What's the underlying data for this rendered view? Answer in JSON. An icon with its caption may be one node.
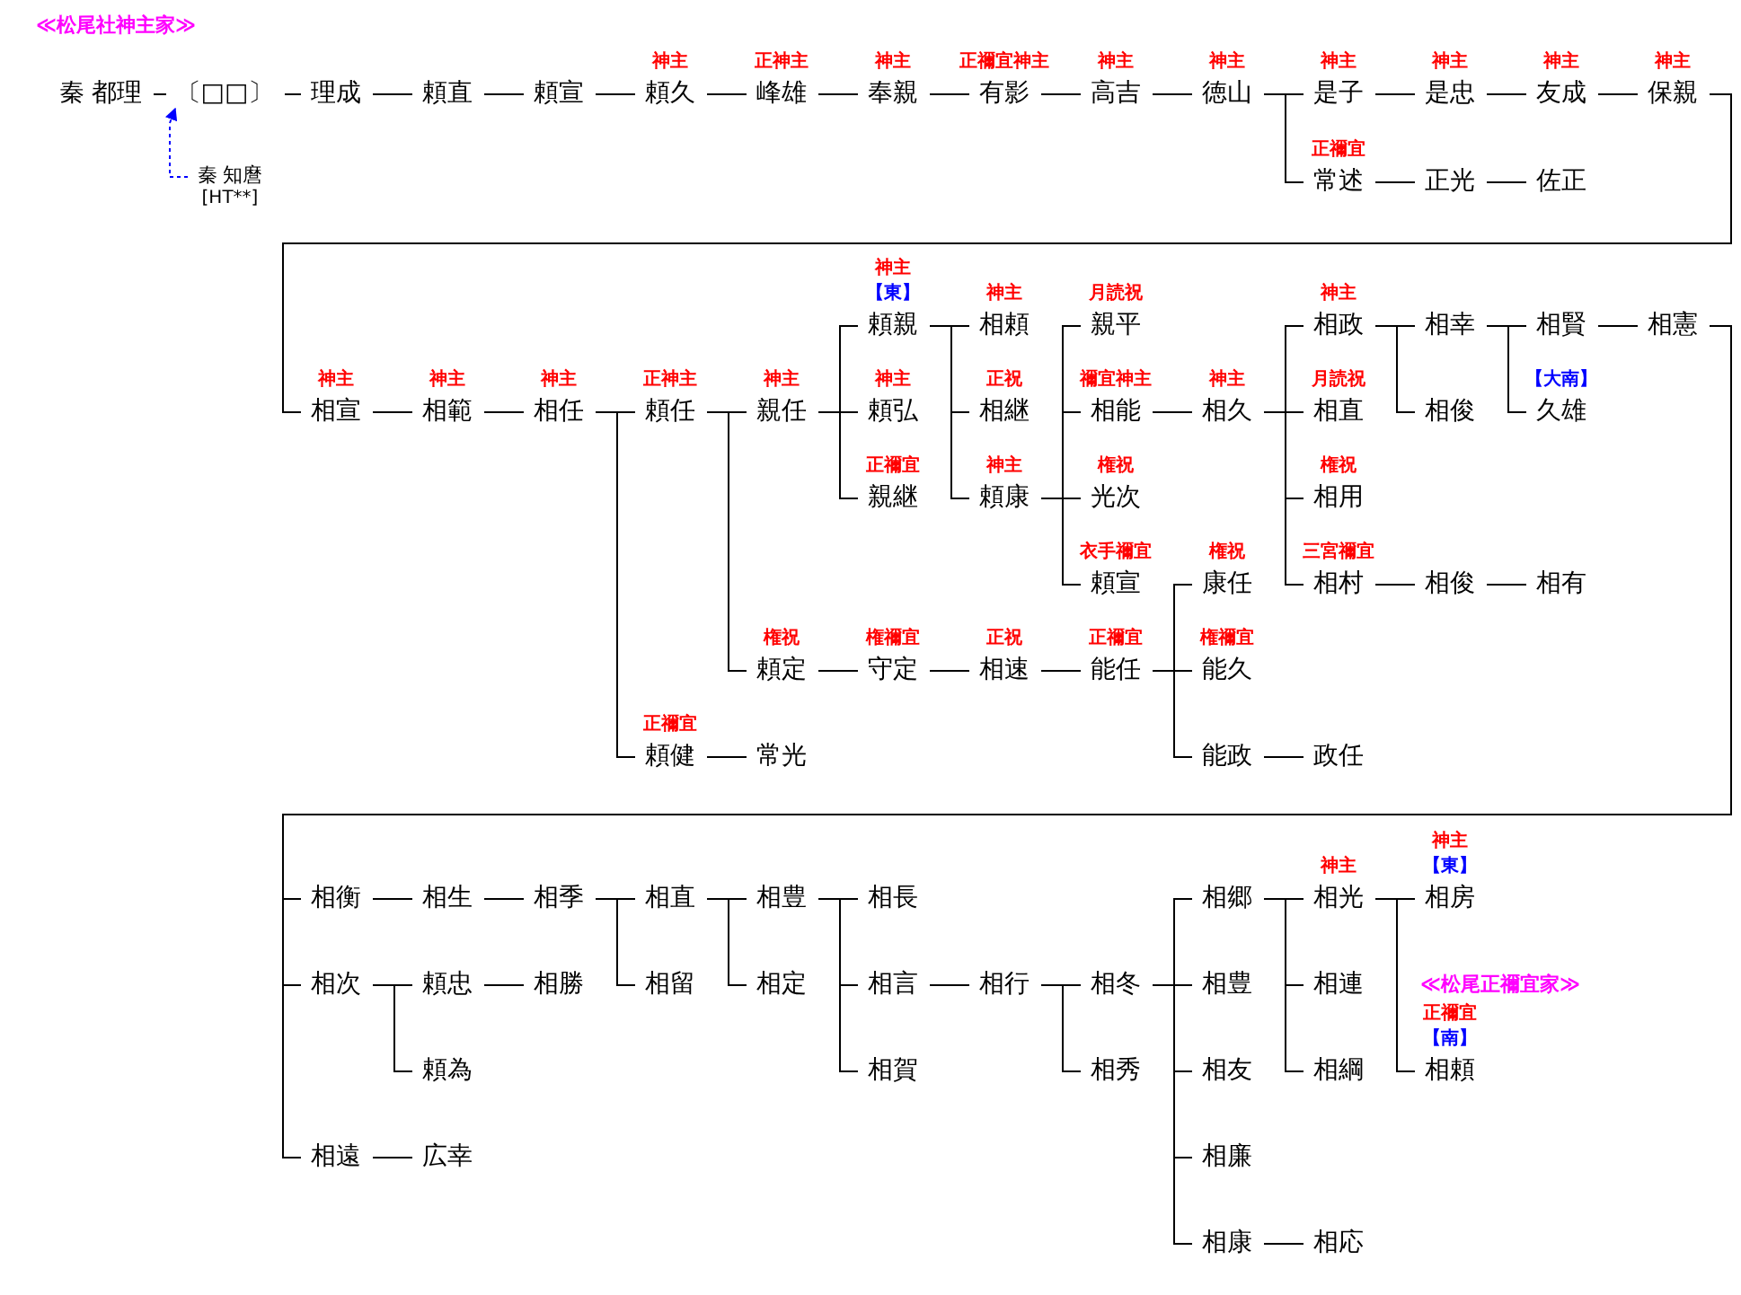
{
  "diagram": {
    "nodes": [
      {
        "text": [
          "秦 都理"
        ]
      },
      {
        "text": [
          "〔□□〕"
        ]
      },
      {
        "text": [
          "秦 知麿",
          "[HT**]"
        ]
      },
      {
        "text": [
          "理成"
        ]
      },
      {
        "text": [
          "頼直"
        ]
      },
      {
        "text": [
          "頼宣"
        ]
      },
      {
        "text": [
          "頼久"
        ],
        "beside": [
          "神主"
        ]
      },
      {
        "text": [
          "峰雄"
        ],
        "beside": [
          "正神主"
        ]
      },
      {
        "text": [
          "奉親"
        ],
        "beside": [
          "神主"
        ]
      },
      {
        "text": [
          "有影"
        ],
        "beside": [
          "正禰宜神主"
        ]
      },
      {
        "text": [
          "高吉"
        ],
        "beside": [
          "神主"
        ]
      },
      {
        "text": [
          "徳山"
        ],
        "beside": [
          "神主"
        ]
      },
      {
        "text": [
          "是子"
        ],
        "beside": [
          "神主"
        ]
      },
      {
        "text": [
          "是忠"
        ],
        "beside": [
          "神主"
        ]
      },
      {
        "text": [
          "友成"
        ],
        "beside": [
          "神主"
        ]
      },
      {
        "text": [
          "保親"
        ],
        "beside": [
          "神主"
        ]
      },
      {
        "text": [
          "常述"
        ],
        "beside": [
          "正禰宜"
        ]
      },
      {
        "text": [
          "正光"
        ]
      },
      {
        "text": [
          "佐正"
        ]
      },
      {
        "text": [
          "頼親"
        ],
        "beside": [
          "神主",
          "【東】"
        ]
      },
      {
        "text": [
          "相頼"
        ],
        "beside": [
          "神主"
        ]
      },
      {
        "text": [
          "親平"
        ],
        "beside": [
          "月読祝"
        ]
      },
      {
        "text": [
          "相政"
        ],
        "beside": [
          "神主"
        ]
      },
      {
        "text": [
          "相幸"
        ]
      },
      {
        "text": [
          "相賢"
        ]
      },
      {
        "text": [
          "相憲"
        ]
      },
      {
        "text": [
          "相宣"
        ],
        "beside": [
          "神主"
        ]
      },
      {
        "text": [
          "相範"
        ],
        "beside": [
          "神主"
        ]
      },
      {
        "text": [
          "相任"
        ],
        "beside": [
          "神主"
        ]
      },
      {
        "text": [
          "頼任"
        ],
        "beside": [
          "正神主"
        ]
      },
      {
        "text": [
          "親任"
        ],
        "beside": [
          "神主"
        ]
      },
      {
        "text": [
          "頼弘"
        ],
        "beside": [
          "神主"
        ]
      },
      {
        "text": [
          "相継"
        ],
        "beside": [
          "正祝"
        ]
      },
      {
        "text": [
          "相能"
        ],
        "beside": [
          "禰宜神主"
        ]
      },
      {
        "text": [
          "相久"
        ],
        "beside": [
          "神主"
        ]
      },
      {
        "text": [
          "相直"
        ],
        "beside": [
          "月読祝"
        ]
      },
      {
        "text": [
          "相俊"
        ]
      },
      {
        "text": [
          "久雄"
        ],
        "beside": [
          "【大南】"
        ]
      },
      {
        "text": [
          "親継"
        ],
        "beside": [
          "正禰宜"
        ]
      },
      {
        "text": [
          "頼康"
        ],
        "beside": [
          "神主"
        ]
      },
      {
        "text": [
          "光次"
        ],
        "beside": [
          "権祝"
        ]
      },
      {
        "text": [
          "相用"
        ],
        "beside": [
          "権祝"
        ]
      },
      {
        "text": [
          "頼宣"
        ],
        "beside": [
          "衣手禰宜"
        ]
      },
      {
        "text": [
          "康任"
        ],
        "beside": [
          "権祝"
        ]
      },
      {
        "text": [
          "相村"
        ],
        "beside": [
          "三宮禰宜"
        ]
      },
      {
        "text": [
          "相俊"
        ]
      },
      {
        "text": [
          "相有"
        ]
      },
      {
        "text": [
          "頼定"
        ],
        "beside": [
          "権祝"
        ]
      },
      {
        "text": [
          "守定"
        ],
        "beside": [
          "権禰宜"
        ]
      },
      {
        "text": [
          "相速"
        ],
        "beside": [
          "正祝"
        ]
      },
      {
        "text": [
          "能任"
        ],
        "beside": [
          "正禰宜"
        ]
      },
      {
        "text": [
          "能久"
        ],
        "beside": [
          "権禰宜"
        ]
      },
      {
        "text": [
          "頼健"
        ],
        "beside": [
          "正禰宜"
        ]
      },
      {
        "text": [
          "常光"
        ]
      },
      {
        "text": [
          "能政"
        ]
      },
      {
        "text": [
          "政任"
        ]
      },
      {
        "text": [
          "相衡"
        ]
      },
      {
        "text": [
          "相生"
        ]
      },
      {
        "text": [
          "相季"
        ]
      },
      {
        "text": [
          "相直"
        ]
      },
      {
        "text": [
          "相豊"
        ]
      },
      {
        "text": [
          "相長"
        ]
      },
      {
        "text": [
          "相郷"
        ]
      },
      {
        "text": [
          "相光"
        ],
        "beside": [
          "神主"
        ]
      },
      {
        "text": [
          "相房"
        ],
        "beside": [
          "神主",
          "【東】"
        ]
      },
      {
        "text": [
          "相次"
        ]
      },
      {
        "text": [
          "頼忠"
        ]
      },
      {
        "text": [
          "相勝"
        ]
      },
      {
        "text": [
          "相留"
        ]
      },
      {
        "text": [
          "相定"
        ]
      },
      {
        "text": [
          "相言"
        ]
      },
      {
        "text": [
          "相行"
        ]
      },
      {
        "text": [
          "相冬"
        ]
      },
      {
        "text": [
          "相豊"
        ]
      },
      {
        "text": [
          "相連"
        ]
      },
      {
        "text": [
          "頼為"
        ]
      },
      {
        "text": [
          "相賀"
        ]
      },
      {
        "text": [
          "相秀"
        ]
      },
      {
        "text": [
          "相友"
        ]
      },
      {
        "text": [
          "相綱"
        ]
      },
      {
        "text": [
          "相頼"
        ],
        "beside": [
          "正禰宜",
          "【南】"
        ]
      },
      {
        "text": [
          "相遠"
        ]
      },
      {
        "text": [
          "広幸"
        ]
      },
      {
        "text": [
          "相廉"
        ]
      },
      {
        "text": [
          "相康"
        ]
      },
      {
        "text": [
          "相応"
        ]
      }
    ],
    "edges": [
      {
        "from": 0,
        "to": 1,
        "arrow": "none"
      },
      {
        "from": 2,
        "to": 1,
        "arrow": "to",
        "style": "dashed",
        "color": "#0000ff"
      },
      {
        "from": 1,
        "to": 3,
        "arrow": "none"
      },
      {
        "from": 3,
        "to": 4,
        "arrow": "none"
      },
      {
        "from": 4,
        "to": 5,
        "arrow": "none"
      },
      {
        "from": 5,
        "to": 6,
        "arrow": "none"
      },
      {
        "from": 6,
        "to": 7,
        "arrow": "none"
      },
      {
        "from": 7,
        "to": 8,
        "arrow": "none"
      },
      {
        "from": 8,
        "to": 9,
        "arrow": "none"
      },
      {
        "from": 9,
        "to": 10,
        "arrow": "none"
      },
      {
        "from": 10,
        "to": 11,
        "arrow": "none"
      },
      {
        "from": 11,
        "to": 12,
        "arrow": "none"
      },
      {
        "from": 11,
        "to": 16,
        "arrow": "none"
      },
      {
        "from": 12,
        "to": 13,
        "arrow": "none"
      },
      {
        "from": 13,
        "to": 14,
        "arrow": "none"
      },
      {
        "from": 14,
        "to": 15,
        "arrow": "none"
      },
      {
        "from": 16,
        "to": 17,
        "arrow": "none"
      },
      {
        "from": 17,
        "to": 18,
        "arrow": "none"
      },
      {
        "from": 15,
        "to": 26,
        "arrow": "none"
      },
      {
        "from": 26,
        "to": 27,
        "arrow": "none"
      },
      {
        "from": 27,
        "to": 28,
        "arrow": "none"
      },
      {
        "from": 28,
        "to": 29,
        "arrow": "none"
      },
      {
        "from": 28,
        "to": 52,
        "arrow": "none"
      },
      {
        "from": 29,
        "to": 30,
        "arrow": "none"
      },
      {
        "from": 29,
        "to": 47,
        "arrow": "none"
      },
      {
        "from": 30,
        "to": 19,
        "arrow": "none"
      },
      {
        "from": 30,
        "to": 31,
        "arrow": "none"
      },
      {
        "from": 30,
        "to": 38,
        "arrow": "none"
      },
      {
        "from": 19,
        "to": 20,
        "arrow": "none"
      },
      {
        "from": 19,
        "to": 32,
        "arrow": "none"
      },
      {
        "from": 19,
        "to": 39,
        "arrow": "none"
      },
      {
        "from": 39,
        "to": 21,
        "arrow": "none"
      },
      {
        "from": 39,
        "to": 33,
        "arrow": "none"
      },
      {
        "from": 39,
        "to": 40,
        "arrow": "none"
      },
      {
        "from": 39,
        "to": 42,
        "arrow": "none"
      },
      {
        "from": 33,
        "to": 34,
        "arrow": "none"
      },
      {
        "from": 34,
        "to": 22,
        "arrow": "none"
      },
      {
        "from": 34,
        "to": 35,
        "arrow": "none"
      },
      {
        "from": 34,
        "to": 41,
        "arrow": "none"
      },
      {
        "from": 34,
        "to": 44,
        "arrow": "none"
      },
      {
        "from": 22,
        "to": 23,
        "arrow": "none"
      },
      {
        "from": 22,
        "to": 36,
        "arrow": "none"
      },
      {
        "from": 23,
        "to": 24,
        "arrow": "none"
      },
      {
        "from": 23,
        "to": 37,
        "arrow": "none"
      },
      {
        "from": 24,
        "to": 25,
        "arrow": "none"
      },
      {
        "from": 44,
        "to": 45,
        "arrow": "none"
      },
      {
        "from": 45,
        "to": 46,
        "arrow": "none"
      },
      {
        "from": 47,
        "to": 48,
        "arrow": "none"
      },
      {
        "from": 48,
        "to": 49,
        "arrow": "none"
      },
      {
        "from": 49,
        "to": 50,
        "arrow": "none"
      },
      {
        "from": 50,
        "to": 43,
        "arrow": "none"
      },
      {
        "from": 50,
        "to": 51,
        "arrow": "none"
      },
      {
        "from": 50,
        "to": 54,
        "arrow": "none"
      },
      {
        "from": 54,
        "to": 55,
        "arrow": "none"
      },
      {
        "from": 52,
        "to": 53,
        "arrow": "none"
      },
      {
        "from": 25,
        "to": 56,
        "arrow": "none"
      },
      {
        "from": 25,
        "to": 65,
        "arrow": "none"
      },
      {
        "from": 25,
        "to": 81,
        "arrow": "none"
      },
      {
        "from": 56,
        "to": 57,
        "arrow": "none"
      },
      {
        "from": 57,
        "to": 58,
        "arrow": "none"
      },
      {
        "from": 58,
        "to": 59,
        "arrow": "none"
      },
      {
        "from": 58,
        "to": 68,
        "arrow": "none"
      },
      {
        "from": 65,
        "to": 66,
        "arrow": "none"
      },
      {
        "from": 65,
        "to": 75,
        "arrow": "none"
      },
      {
        "from": 66,
        "to": 67,
        "arrow": "none"
      },
      {
        "from": 81,
        "to": 82,
        "arrow": "none"
      },
      {
        "from": 59,
        "to": 60,
        "arrow": "none"
      },
      {
        "from": 59,
        "to": 69,
        "arrow": "none"
      },
      {
        "from": 60,
        "to": 61,
        "arrow": "none"
      },
      {
        "from": 60,
        "to": 70,
        "arrow": "none"
      },
      {
        "from": 60,
        "to": 76,
        "arrow": "none"
      },
      {
        "from": 70,
        "to": 71,
        "arrow": "none"
      },
      {
        "from": 71,
        "to": 72,
        "arrow": "none"
      },
      {
        "from": 71,
        "to": 77,
        "arrow": "none"
      },
      {
        "from": 72,
        "to": 62,
        "arrow": "none"
      },
      {
        "from": 72,
        "to": 73,
        "arrow": "none"
      },
      {
        "from": 72,
        "to": 78,
        "arrow": "none"
      },
      {
        "from": 72,
        "to": 83,
        "arrow": "none"
      },
      {
        "from": 72,
        "to": 84,
        "arrow": "none"
      },
      {
        "from": 62,
        "to": 63,
        "arrow": "none"
      },
      {
        "from": 62,
        "to": 74,
        "arrow": "none"
      },
      {
        "from": 62,
        "to": 79,
        "arrow": "none"
      },
      {
        "from": 63,
        "to": 64,
        "arrow": "none"
      },
      {
        "from": 63,
        "to": 80,
        "arrow": "none"
      },
      {
        "from": 84,
        "to": 85,
        "arrow": "none"
      }
    ],
    "labels": [
      "≪松尾社神主家≫",
      "≪松尾正禰宜家≫"
    ]
  }
}
